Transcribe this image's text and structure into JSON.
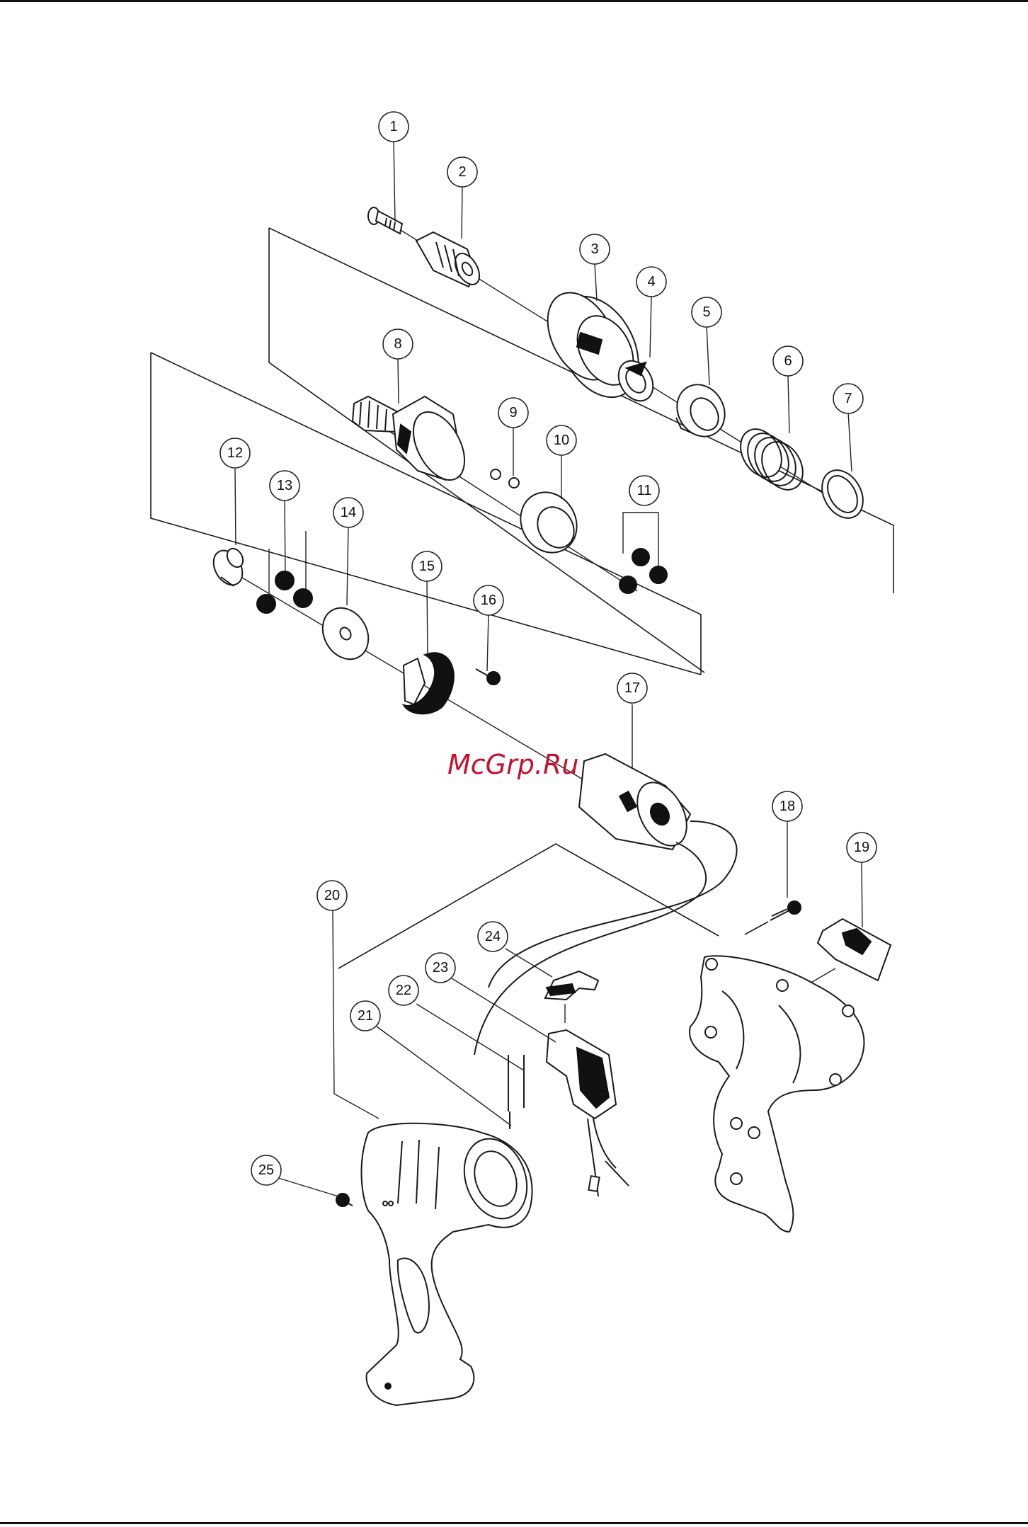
{
  "watermark": "McGrp.Ru",
  "callouts": [
    {
      "label": "1"
    },
    {
      "label": "2"
    },
    {
      "label": "3"
    },
    {
      "label": "4"
    },
    {
      "label": "5"
    },
    {
      "label": "6"
    },
    {
      "label": "7"
    },
    {
      "label": "8"
    },
    {
      "label": "9"
    },
    {
      "label": "10"
    },
    {
      "label": "11"
    },
    {
      "label": "12"
    },
    {
      "label": "13"
    },
    {
      "label": "14"
    },
    {
      "label": "15"
    },
    {
      "label": "16"
    },
    {
      "label": "17"
    },
    {
      "label": "18"
    },
    {
      "label": "19"
    },
    {
      "label": "20"
    },
    {
      "label": "21"
    },
    {
      "label": "22"
    },
    {
      "label": "23"
    },
    {
      "label": "24"
    },
    {
      "label": "25"
    }
  ],
  "colors": {
    "line": "#1a1a1a",
    "watermark": "#c8102e",
    "background": "#ffffff"
  }
}
